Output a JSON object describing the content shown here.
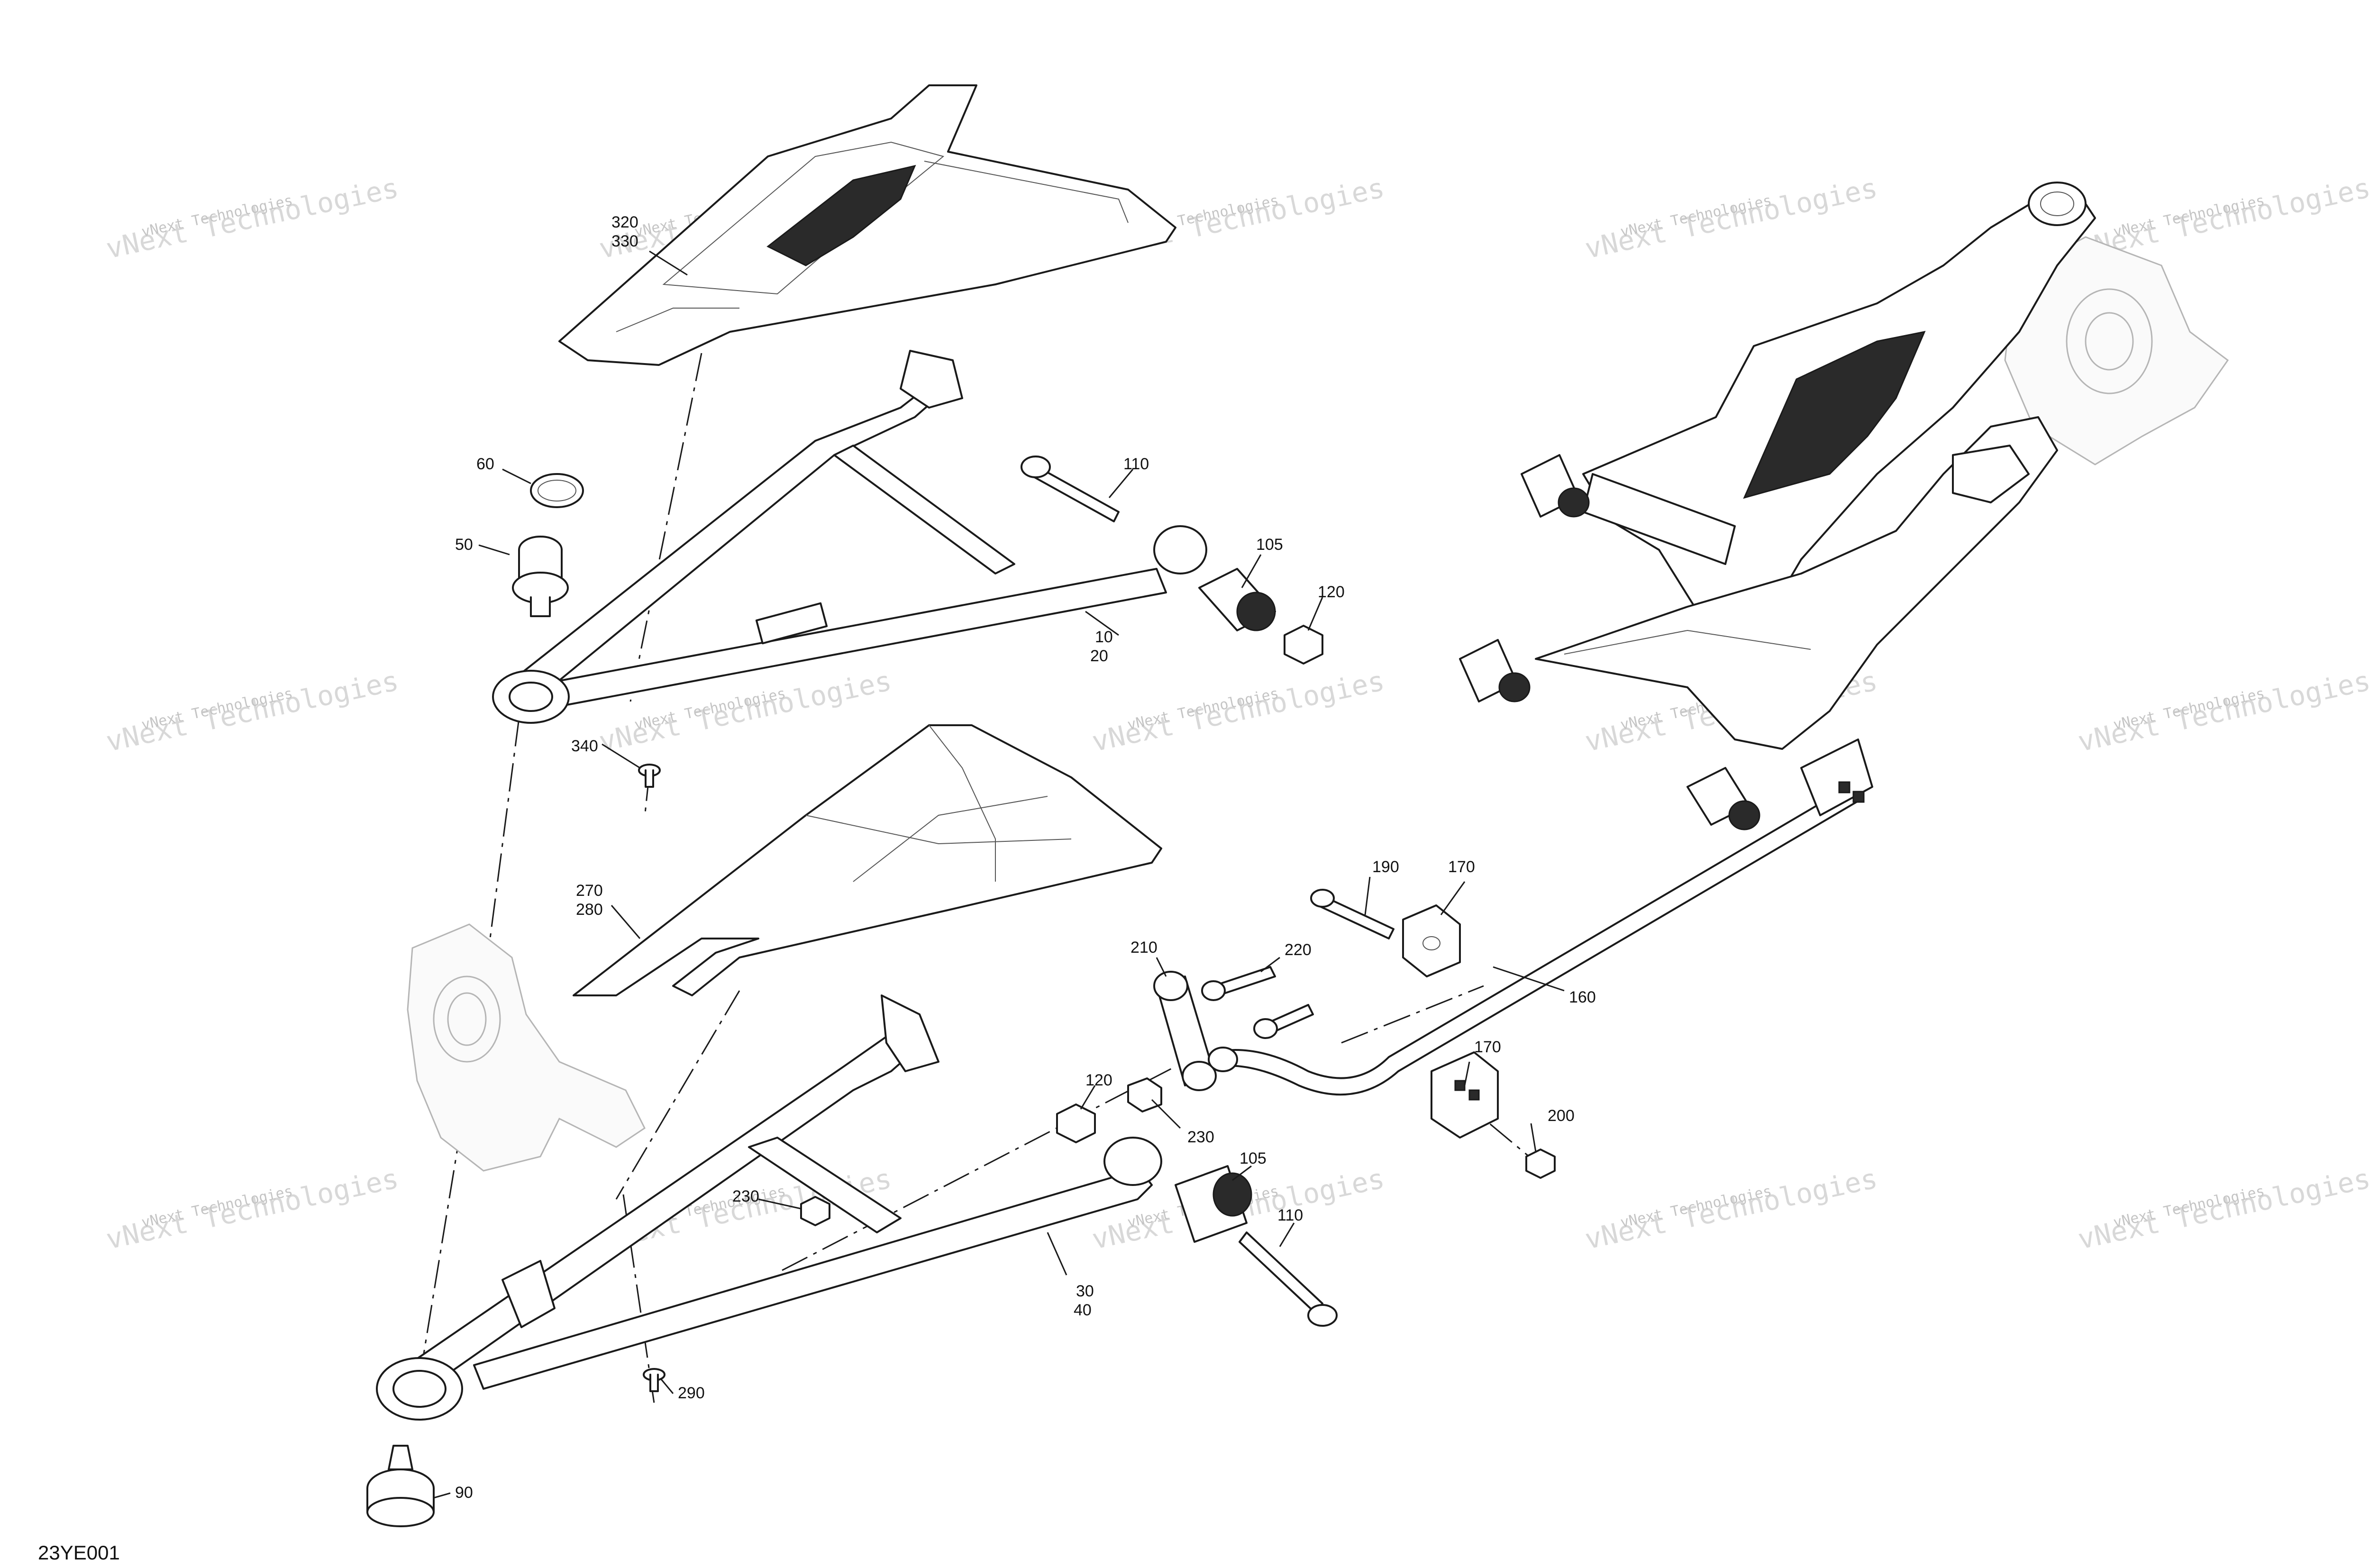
{
  "diagram": {
    "figure_code": "23YE001",
    "watermark": {
      "line_small": "vNext Technologies",
      "line_big": "vNext Technologies"
    },
    "callouts": [
      {
        "id": "c320",
        "lines": [
          "320",
          "330"
        ]
      },
      {
        "id": "c60",
        "lines": [
          "60"
        ]
      },
      {
        "id": "c50",
        "lines": [
          "50"
        ]
      },
      {
        "id": "c110a",
        "lines": [
          "110"
        ]
      },
      {
        "id": "c105a",
        "lines": [
          "105"
        ]
      },
      {
        "id": "c120a",
        "lines": [
          "120"
        ]
      },
      {
        "id": "c10",
        "lines": [
          "10",
          "20"
        ]
      },
      {
        "id": "c340",
        "lines": [
          "340"
        ]
      },
      {
        "id": "c270",
        "lines": [
          "270",
          "280"
        ]
      },
      {
        "id": "c190",
        "lines": [
          "190"
        ]
      },
      {
        "id": "c170a",
        "lines": [
          "170"
        ]
      },
      {
        "id": "c210",
        "lines": [
          "210"
        ]
      },
      {
        "id": "c220",
        "lines": [
          "220"
        ]
      },
      {
        "id": "c160",
        "lines": [
          "160"
        ]
      },
      {
        "id": "c170b",
        "lines": [
          "170"
        ]
      },
      {
        "id": "c200",
        "lines": [
          "200"
        ]
      },
      {
        "id": "c120b",
        "lines": [
          "120"
        ]
      },
      {
        "id": "c230a",
        "lines": [
          "230"
        ]
      },
      {
        "id": "c105b",
        "lines": [
          "105"
        ]
      },
      {
        "id": "c230b",
        "lines": [
          "230"
        ]
      },
      {
        "id": "c110b",
        "lines": [
          "110"
        ]
      },
      {
        "id": "c30",
        "lines": [
          "30",
          "40"
        ]
      },
      {
        "id": "c290",
        "lines": [
          "290"
        ]
      },
      {
        "id": "c90",
        "lines": [
          "90"
        ]
      }
    ]
  }
}
